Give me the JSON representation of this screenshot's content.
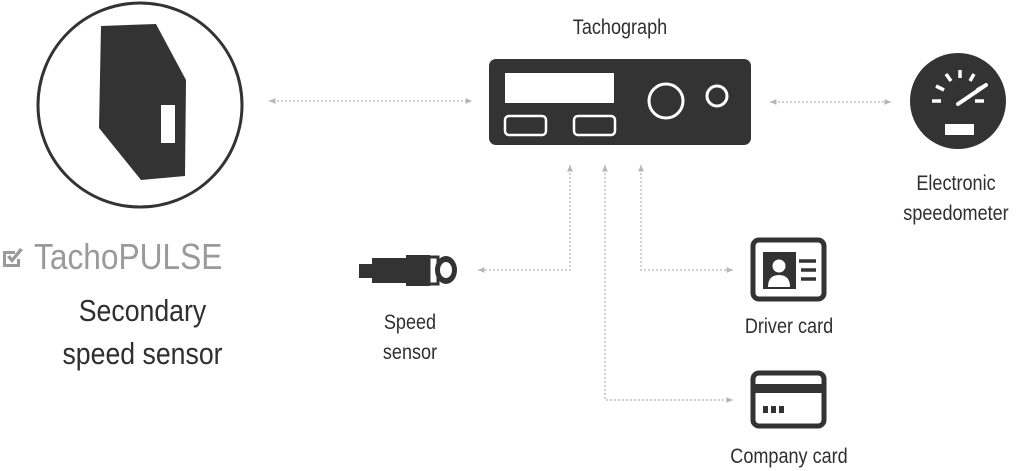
{
  "product": {
    "brand": "TachoPULSE",
    "description_line1": "Secondary",
    "description_line2": "speed sensor",
    "check_icon": "checkbox-check-icon"
  },
  "nodes": {
    "tachograph": {
      "label": "Tachograph",
      "icon": "tachograph-device-icon"
    },
    "speedometer": {
      "label_line1": "Electronic",
      "label_line2": "speedometer",
      "icon": "speedometer-gauge-icon"
    },
    "speed_sensor": {
      "label_line1": "Speed",
      "label_line2": "sensor",
      "icon": "cylindrical-sensor-icon"
    },
    "driver_card": {
      "label": "Driver card",
      "icon": "id-card-icon"
    },
    "company_card": {
      "label": "Company card",
      "icon": "credit-card-icon"
    },
    "tachopulse_device": {
      "icon": "tachopulse-device-icon"
    }
  },
  "colors": {
    "dark": "#333333",
    "text": "#2f2f2f",
    "brand_gray": "#9a9a9a",
    "connector": "#b5b5b5"
  }
}
